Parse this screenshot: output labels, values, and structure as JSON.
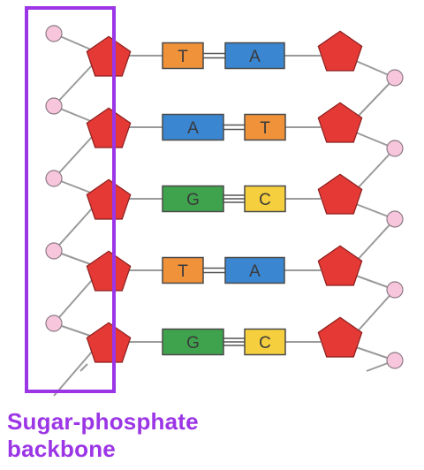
{
  "caption": {
    "line1": "Sugar-phosphate",
    "line2": "backbone"
  },
  "base_pairs": [
    {
      "left": "T",
      "right": "A",
      "bonds": 2
    },
    {
      "left": "A",
      "right": "T",
      "bonds": 2
    },
    {
      "left": "G",
      "right": "C",
      "bonds": 3
    },
    {
      "left": "T",
      "right": "A",
      "bonds": 2
    },
    {
      "left": "G",
      "right": "C",
      "bonds": 3
    }
  ],
  "colors": {
    "highlight_box": "#9b35e6",
    "sugar": "#e53935",
    "sugar_stroke": "#8a1f1f",
    "phosphate": "#f7c6dc",
    "phosphate_stroke": "#8a7a82",
    "backbone_line": "#9a9a9a",
    "base_T": "#f0923a",
    "base_A": "#3b86d0",
    "base_G": "#3fa34d",
    "base_C": "#f6cf3e",
    "base_stroke": "#4a4a4a",
    "base_text": "#3a3a3a",
    "bond": "#555555"
  },
  "icons": {
    "sugar": "pentagon",
    "phosphate": "circle",
    "base": "rectangle"
  }
}
